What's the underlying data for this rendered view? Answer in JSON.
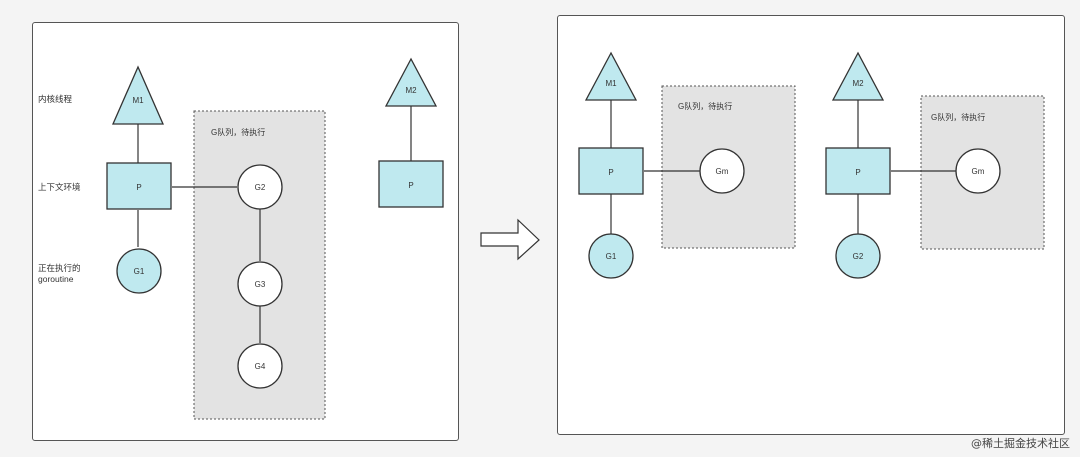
{
  "colors": {
    "node_fill": "#bfe9ef",
    "node_stroke": "#333333",
    "queue_fill": "#e3e3e3",
    "circle_plain": "#ffffff"
  },
  "left_panel": {
    "side_labels": {
      "kernel_thread": "内核线程",
      "context": "上下文环境",
      "running_line1": "正在执行的",
      "running_line2": "goroutine"
    },
    "machine": "M1",
    "processor": "P",
    "current_goroutine": "G1",
    "queue": {
      "title": "G队列，待执行",
      "items": [
        "G2",
        "G3",
        "G4"
      ]
    },
    "second_machine": "M2",
    "second_processor": "P"
  },
  "right_panel": {
    "groups": [
      {
        "machine": "M1",
        "processor": "P",
        "current_goroutine": "G1",
        "queue_title": "G队列，待执行",
        "queue_item": "Gm"
      },
      {
        "machine": "M2",
        "processor": "P",
        "current_goroutine": "G2",
        "queue_title": "G队列，待执行",
        "queue_item": "Gm"
      }
    ]
  },
  "watermark": "@稀土掘金技术社区"
}
